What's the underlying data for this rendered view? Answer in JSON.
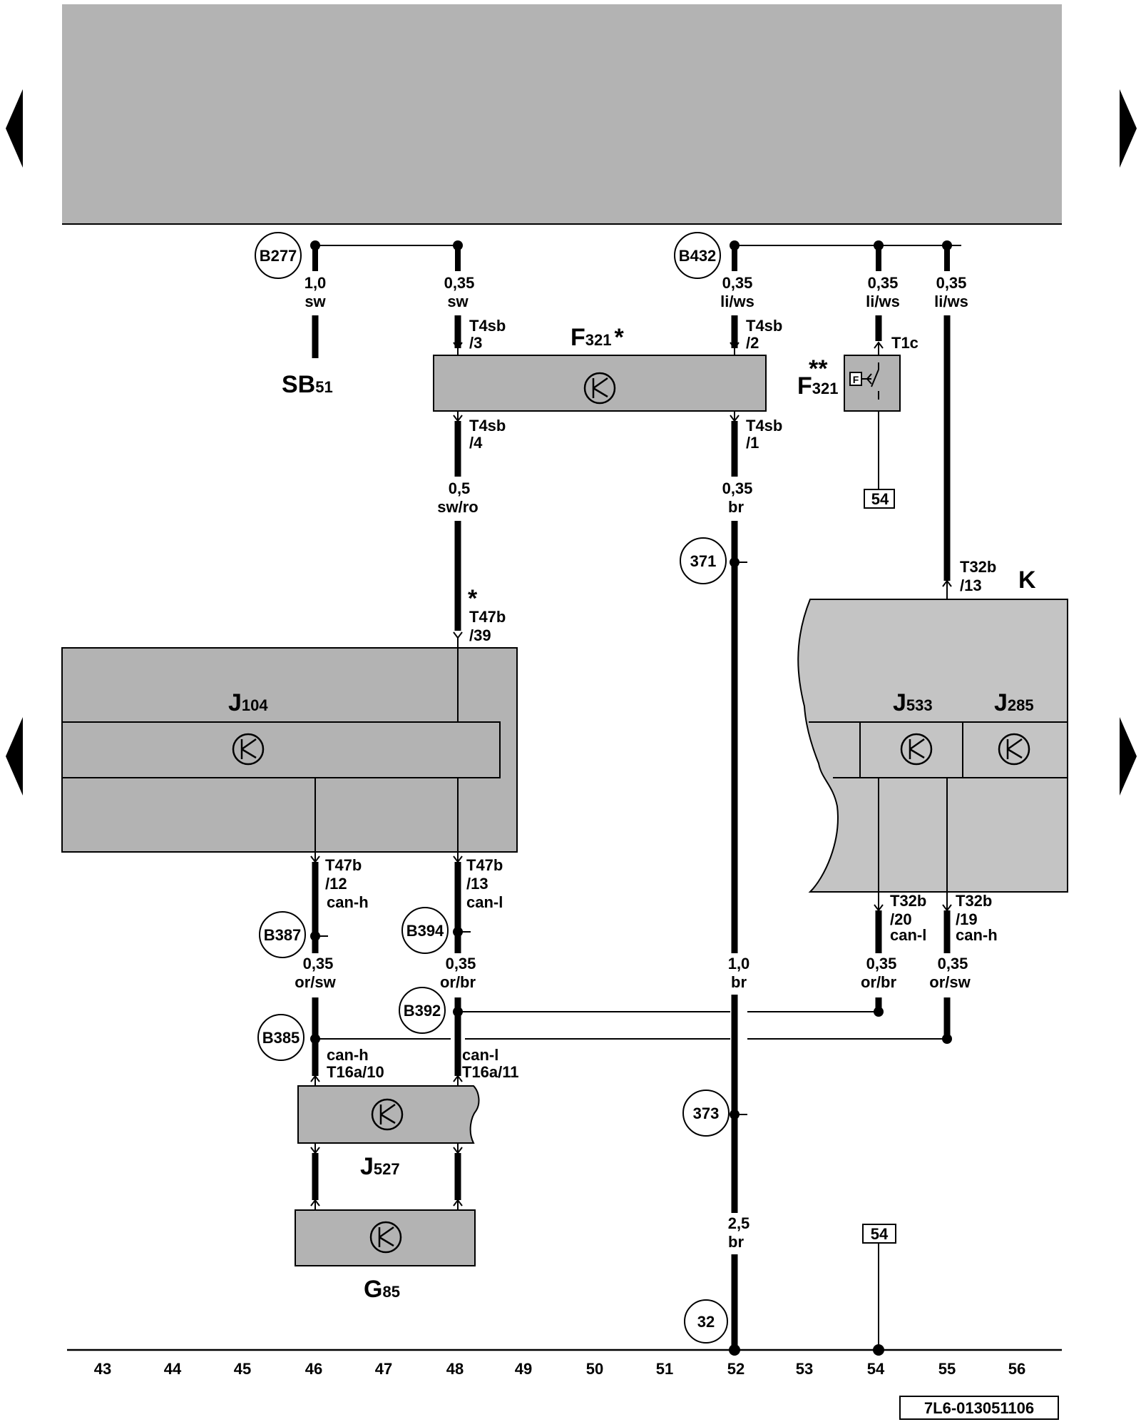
{
  "title_block": "",
  "reference": "7L6-013051106",
  "nav": {
    "prev_label": "◀",
    "next_label": "▶"
  },
  "connectors": {
    "B277": "B277",
    "B432": "B432",
    "B387": "B387",
    "B394": "B394",
    "B392": "B392",
    "B385": "B385",
    "c371": "371",
    "c373": "373",
    "c32": "32"
  },
  "wires": {
    "w46a": [
      "1,0",
      "sw"
    ],
    "w48a": [
      "0,35",
      "sw"
    ],
    "w52a": [
      "0,35",
      "li/ws"
    ],
    "w54a": [
      "0,35",
      "li/ws"
    ],
    "w55a": [
      "0,35",
      "li/ws"
    ],
    "w48b": [
      "0,5",
      "sw/ro"
    ],
    "w52b": [
      "0,35",
      "br"
    ],
    "w46c": [
      "0,35",
      "or/sw"
    ],
    "w48c": [
      "0,35",
      "or/br"
    ],
    "w52c": [
      "1,0",
      "br"
    ],
    "w54c": [
      "0,35",
      "or/br"
    ],
    "w55c": [
      "0,35",
      "or/sw"
    ],
    "w52d": [
      "2,5",
      "br"
    ]
  },
  "pins": {
    "p1": [
      "T4sb",
      "/3"
    ],
    "p2": [
      "T4sb",
      "/2"
    ],
    "p3": [
      "T4sb",
      "/4"
    ],
    "p4": [
      "T4sb",
      "/1"
    ],
    "p5": "T1c",
    "p6": [
      "*",
      "T47b",
      "/39"
    ],
    "p7": [
      "T32b",
      "/13"
    ],
    "p8": [
      "T47b",
      "/12",
      "can-h"
    ],
    "p9": [
      "T47b",
      "/13",
      "can-l"
    ],
    "p10": [
      "T32b",
      "/20",
      "can-l"
    ],
    "p11": [
      "T32b",
      "/19",
      "can-h"
    ],
    "p12": [
      "can-h",
      "T16a/10"
    ],
    "p13": [
      "can-l",
      "T16a/11"
    ]
  },
  "components": {
    "SB": {
      "main": "SB",
      "sub": "51"
    },
    "F321a": {
      "main": "F",
      "sub": "321",
      "suffix": "*"
    },
    "F321b": {
      "main": "F",
      "sub": "321",
      "suffix": "**"
    },
    "F_box": "F",
    "J104": {
      "main": "J",
      "sub": "104"
    },
    "J533": {
      "main": "J",
      "sub": "533"
    },
    "J285": {
      "main": "J",
      "sub": "285"
    },
    "K": "K",
    "J527": {
      "main": "J",
      "sub": "527"
    },
    "G85": {
      "main": "G",
      "sub": "85"
    },
    "term54a": "54",
    "term54b": "54"
  },
  "grid": [
    "43",
    "44",
    "45",
    "46",
    "47",
    "48",
    "49",
    "50",
    "51",
    "52",
    "53",
    "54",
    "55",
    "56"
  ]
}
